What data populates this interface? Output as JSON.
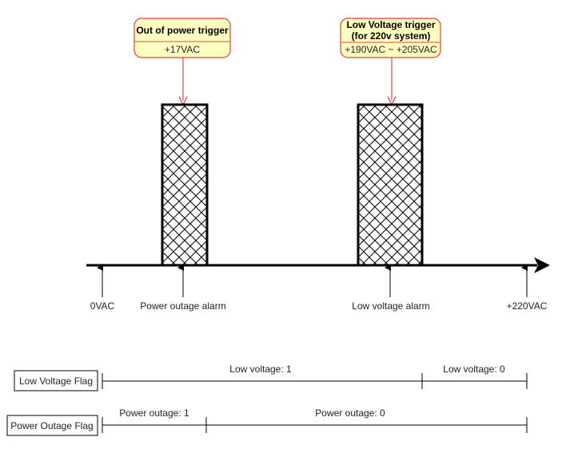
{
  "colors": {
    "background": "#ffffff",
    "line": "#000000",
    "callout_fill": "#ffffc0",
    "callout_border": "#e04040",
    "pointer_arrow": "#e02020",
    "text": "#222222"
  },
  "callouts": {
    "power": {
      "title": "Out of power trigger",
      "value": "+17VAC"
    },
    "low_voltage": {
      "title_line1": "Low Voltage trigger",
      "title_line2": "(for 220v system)",
      "value": "+190VAC ~ +205VAC"
    }
  },
  "axis_labels": {
    "zero": "0VAC",
    "power_outage_alarm": "Power outage alarm",
    "low_voltage_alarm": "Low voltage alarm",
    "max": "+220VAC"
  },
  "flags": {
    "low_voltage": {
      "label": "Low Voltage Flag",
      "segment_on": "Low voltage: 1",
      "segment_off": "Low voltage: 0"
    },
    "power_outage": {
      "label": "Power Outage Flag",
      "segment_on": "Power outage: 1",
      "segment_off": "Power outage: 0"
    }
  }
}
